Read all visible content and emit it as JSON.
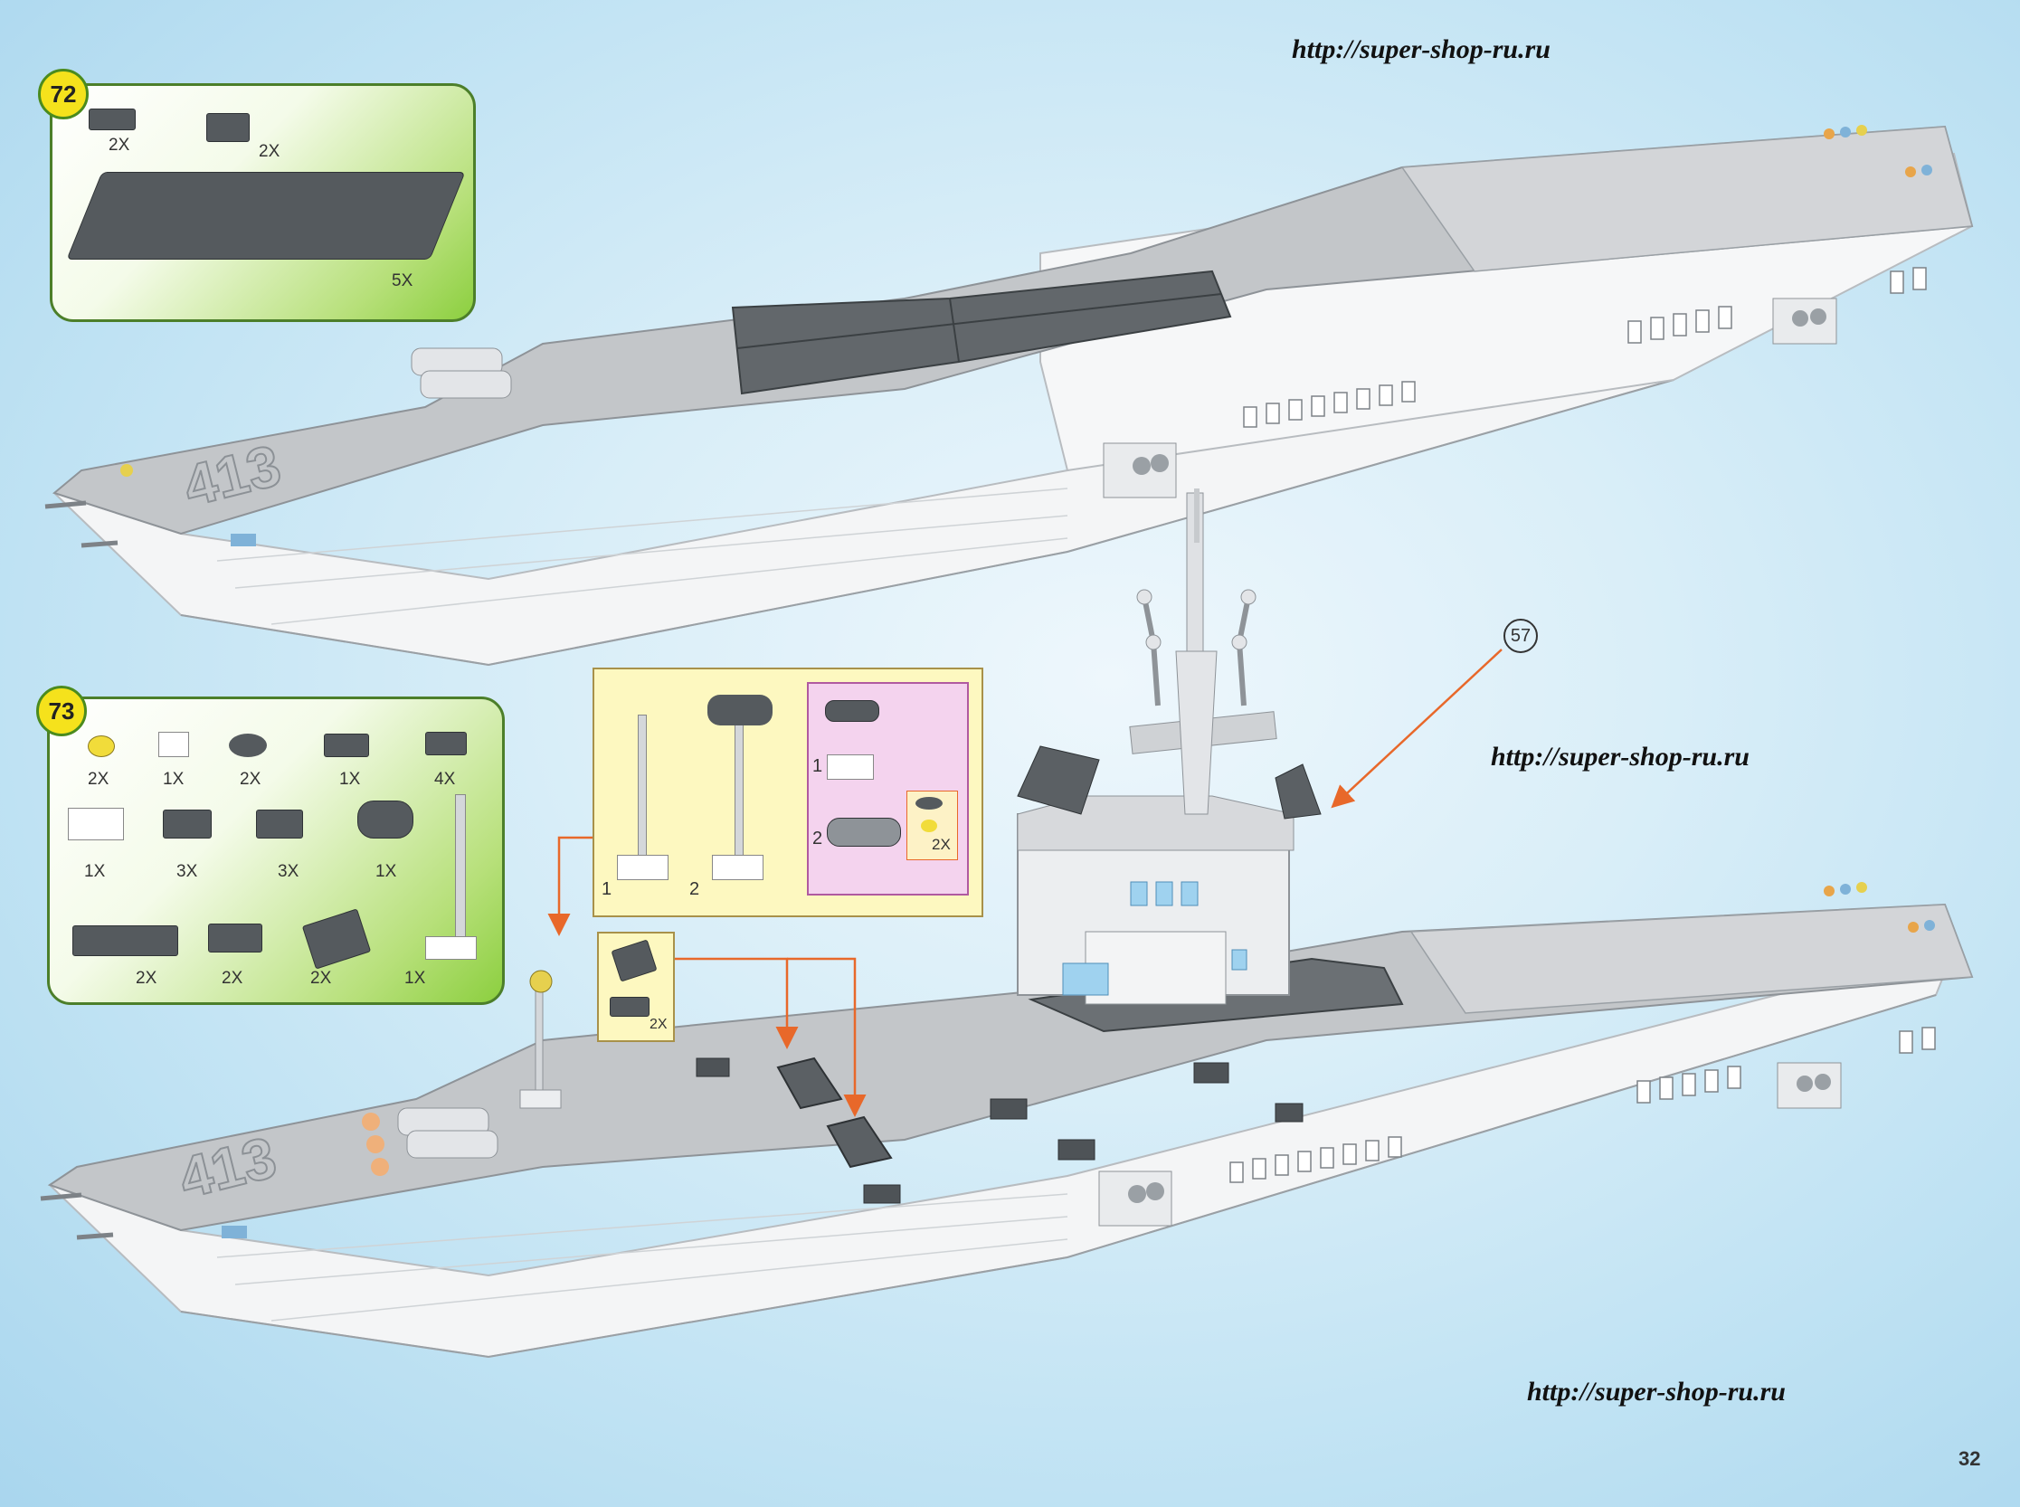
{
  "watermarks": [
    "http://super-shop-ru.ru",
    "http://super-shop-ru.ru",
    "http://super-shop-ru.ru"
  ],
  "page_number": "32",
  "step72": {
    "number": "72",
    "quantities": [
      "2X",
      "2X",
      "5X"
    ]
  },
  "step73": {
    "number": "73",
    "row1": [
      "2X",
      "1X",
      "2X",
      "1X",
      "4X"
    ],
    "row2": [
      "1X",
      "3X",
      "3X",
      "1X"
    ],
    "row3": [
      "2X",
      "2X",
      "2X",
      "1X"
    ]
  },
  "subassembly_yellow": {
    "labels": [
      "1",
      "2"
    ],
    "pink_labels": [
      "1",
      "2"
    ],
    "pink_qty": "2X"
  },
  "subassembly_small": {
    "qty": "2X"
  },
  "reference_marker": "57",
  "hull_number": "413",
  "colors": {
    "panel_green": "#8ccf3f",
    "step_yellow": "#f5e21c",
    "arrow_orange": "#e8682a",
    "deck_gray": "#b9bcbf",
    "dark_gray": "#555a5e"
  }
}
